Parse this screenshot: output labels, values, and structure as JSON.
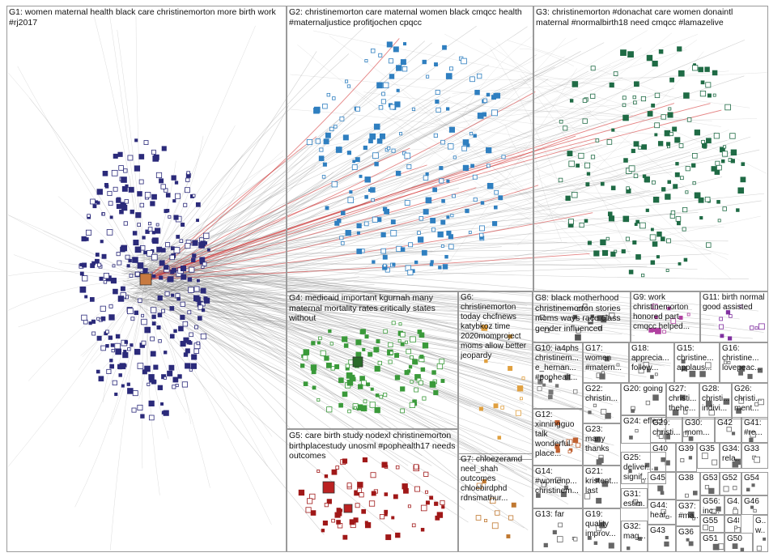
{
  "groups": [
    {
      "id": "G1",
      "label": "G1: women maternal health black care christinemorton more birth work #rj2017",
      "color": "#2b2a7a"
    },
    {
      "id": "G2",
      "label": "G2: christinemorton care maternal women black cmqcc health #maternaljustice profitjochen cpqcc",
      "color": "#2f7fc0"
    },
    {
      "id": "G3",
      "label": "G3: christinemorton #donachat care women donaintl maternal #normalbirth18 need cmqcc #lamazelive",
      "color": "#1f6b45"
    },
    {
      "id": "G4",
      "label": "G4: medicaid important kgurnah many maternal mortality rates critically states without",
      "color": "#3a9a3a"
    },
    {
      "id": "G5",
      "label": "G5: care birth study nodexl christinemorton birthplacestudy unosml #pophealth17 needs outcomes",
      "color": "#a01818"
    },
    {
      "id": "G6",
      "label": "G6: christinemorton today chcfnews katybkoz time 2020momproject moms allow better jeopardy",
      "color": "#e0a040"
    },
    {
      "id": "G7",
      "label": "G7: chloezeramd neel_shah outcomes chloebirdphd rdnsmathur...",
      "color": "#c07830"
    },
    {
      "id": "G8",
      "label": "G8: black motherhood christinemorton stories moms ways race class gender influenced",
      "color": "#555555"
    },
    {
      "id": "G9",
      "label": "G9: work christinemorton honored part cmqcc helped...",
      "color": "#b040a0"
    },
    {
      "id": "G10",
      "label": "G10: ia4phs christinem... e_hernan... #pophealt...",
      "color": "#777777"
    },
    {
      "id": "G11",
      "label": "G11: birth normal good assisted",
      "color": "#8030a0"
    },
    {
      "id": "G12",
      "label": "G12: xinningguo talk wonderful place...",
      "color": "#c06030"
    },
    {
      "id": "G13",
      "label": "G13: far",
      "color": "#666666"
    },
    {
      "id": "G14",
      "label": "G14: #womenp... christinem...",
      "color": "#666666"
    },
    {
      "id": "G15",
      "label": "G15: christine... applaus...",
      "color": "#666666"
    },
    {
      "id": "G16",
      "label": "G16: christine... lovepeac...",
      "color": "#666666"
    },
    {
      "id": "G17",
      "label": "G17: women #matern...",
      "color": "#666666"
    },
    {
      "id": "G18",
      "label": "G18: apprecia... follow...",
      "color": "#666666"
    },
    {
      "id": "G19",
      "label": "G19: quality improv...",
      "color": "#666666"
    },
    {
      "id": "G20",
      "label": "G20: going",
      "color": "#666666"
    },
    {
      "id": "G21",
      "label": "G21: kristent... last",
      "color": "#666666"
    },
    {
      "id": "G22",
      "label": "G22: christin...",
      "color": "#666666"
    },
    {
      "id": "G23",
      "label": "G23: many thanks",
      "color": "#666666"
    },
    {
      "id": "G24",
      "label": "G24: effect",
      "color": "#666666"
    },
    {
      "id": "G25",
      "label": "G25: deliver... signif...",
      "color": "#666666"
    },
    {
      "id": "G26",
      "label": "G26: christi... ment...",
      "color": "#666666"
    },
    {
      "id": "G27",
      "label": "G27: christi... thehe...",
      "color": "#666666"
    },
    {
      "id": "G28",
      "label": "G28: christi... indivi...",
      "color": "#666666"
    },
    {
      "id": "G29",
      "label": "G29: christi...",
      "color": "#666666"
    },
    {
      "id": "G30",
      "label": "G30: mom...",
      "color": "#666666"
    },
    {
      "id": "G31",
      "label": "G31: estim...",
      "color": "#666666"
    },
    {
      "id": "G32",
      "label": "G32: mag...",
      "color": "#666666"
    },
    {
      "id": "G33",
      "label": "G33",
      "color": "#666666"
    },
    {
      "id": "G34",
      "label": "G34: rela...",
      "color": "#666666"
    },
    {
      "id": "G35",
      "label": "G35",
      "color": "#666666"
    },
    {
      "id": "G36",
      "label": "G36",
      "color": "#666666"
    },
    {
      "id": "G37",
      "label": "G37: #ma...",
      "color": "#666666"
    },
    {
      "id": "G38",
      "label": "G38",
      "color": "#666666"
    },
    {
      "id": "G39",
      "label": "G39",
      "color": "#666666"
    },
    {
      "id": "G40",
      "label": "G40",
      "color": "#666666"
    },
    {
      "id": "G41",
      "label": "G41: #re...",
      "color": "#666666"
    },
    {
      "id": "G42",
      "label": "G42",
      "color": "#666666"
    },
    {
      "id": "G43",
      "label": "G43",
      "color": "#666666"
    },
    {
      "id": "G44",
      "label": "G44: heal...",
      "color": "#666666"
    },
    {
      "id": "G45",
      "label": "G45",
      "color": "#666666"
    },
    {
      "id": "G46",
      "label": "G46",
      "color": "#666666"
    },
    {
      "id": "G47",
      "label": "G4...",
      "color": "#666666"
    },
    {
      "id": "G48",
      "label": "G48",
      "color": "#666666"
    },
    {
      "id": "G49",
      "label": "G... w...",
      "color": "#666666"
    },
    {
      "id": "G50",
      "label": "G50",
      "color": "#666666"
    },
    {
      "id": "G51",
      "label": "G51",
      "color": "#666666"
    },
    {
      "id": "G52",
      "label": "G52",
      "color": "#666666"
    },
    {
      "id": "G53",
      "label": "G53",
      "color": "#666666"
    },
    {
      "id": "G54",
      "label": "G54",
      "color": "#666666"
    },
    {
      "id": "G55",
      "label": "G55",
      "color": "#666666"
    },
    {
      "id": "G56",
      "label": "G56: inc...",
      "color": "#666666"
    }
  ]
}
